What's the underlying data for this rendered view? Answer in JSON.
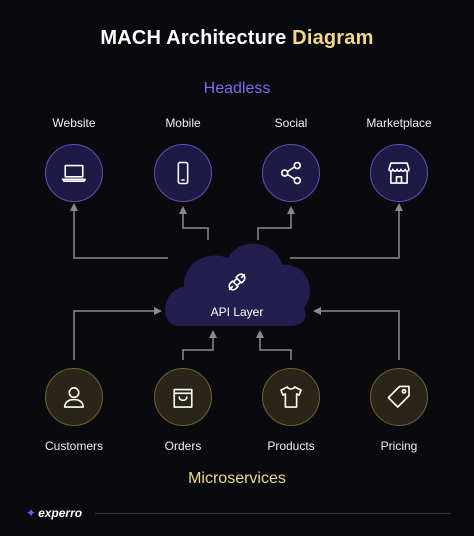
{
  "title": {
    "main": "MACH Architecture",
    "highlight": "Diagram"
  },
  "headless_label": "Headless",
  "microservices_label": "Microservices",
  "api_layer": {
    "label": "API Layer",
    "icon": "plug-icon"
  },
  "headless_nodes": [
    {
      "label": "Website",
      "icon": "laptop-icon"
    },
    {
      "label": "Mobile",
      "icon": "smartphone-icon"
    },
    {
      "label": "Social",
      "icon": "share-icon"
    },
    {
      "label": "Marketplace",
      "icon": "storefront-icon"
    }
  ],
  "microservice_nodes": [
    {
      "label": "Customers",
      "icon": "user-icon"
    },
    {
      "label": "Orders",
      "icon": "shopping-bag-icon"
    },
    {
      "label": "Products",
      "icon": "tshirt-icon"
    },
    {
      "label": "Pricing",
      "icon": "price-tag-icon"
    }
  ],
  "footer": {
    "brand": "experro"
  },
  "colors": {
    "background": "#0a0a0e",
    "headless_accent": "#7b6cf0",
    "microservices_accent": "#f2d98a",
    "cloud": "#221e4d",
    "wire": "#8a8a92"
  }
}
